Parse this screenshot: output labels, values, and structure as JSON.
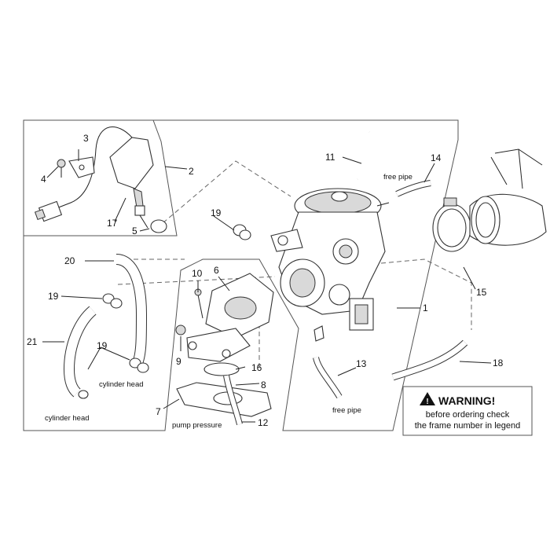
{
  "callouts": {
    "c1": "1",
    "c2": "2",
    "c3": "3",
    "c4": "4",
    "c5": "5",
    "c6": "6",
    "c7": "7",
    "c8": "8",
    "c9": "9",
    "c10": "10",
    "c11": "11",
    "c12": "12",
    "c13": "13",
    "c14": "14",
    "c15": "15",
    "c16": "16",
    "c17": "17",
    "c18": "18",
    "c19a": "19",
    "c19b": "19",
    "c19c": "19",
    "c20": "20",
    "c21": "21"
  },
  "labels": {
    "free_pipe_top": "free pipe",
    "free_pipe_bottom": "free pipe",
    "cylinder_head_right": "cylinder head",
    "cylinder_head_left": "cylinder head",
    "pump_pressure": "pump pressure"
  },
  "warning": {
    "title": "WARNING!",
    "line1": "before ordering check",
    "line2": "the frame number in legend"
  }
}
